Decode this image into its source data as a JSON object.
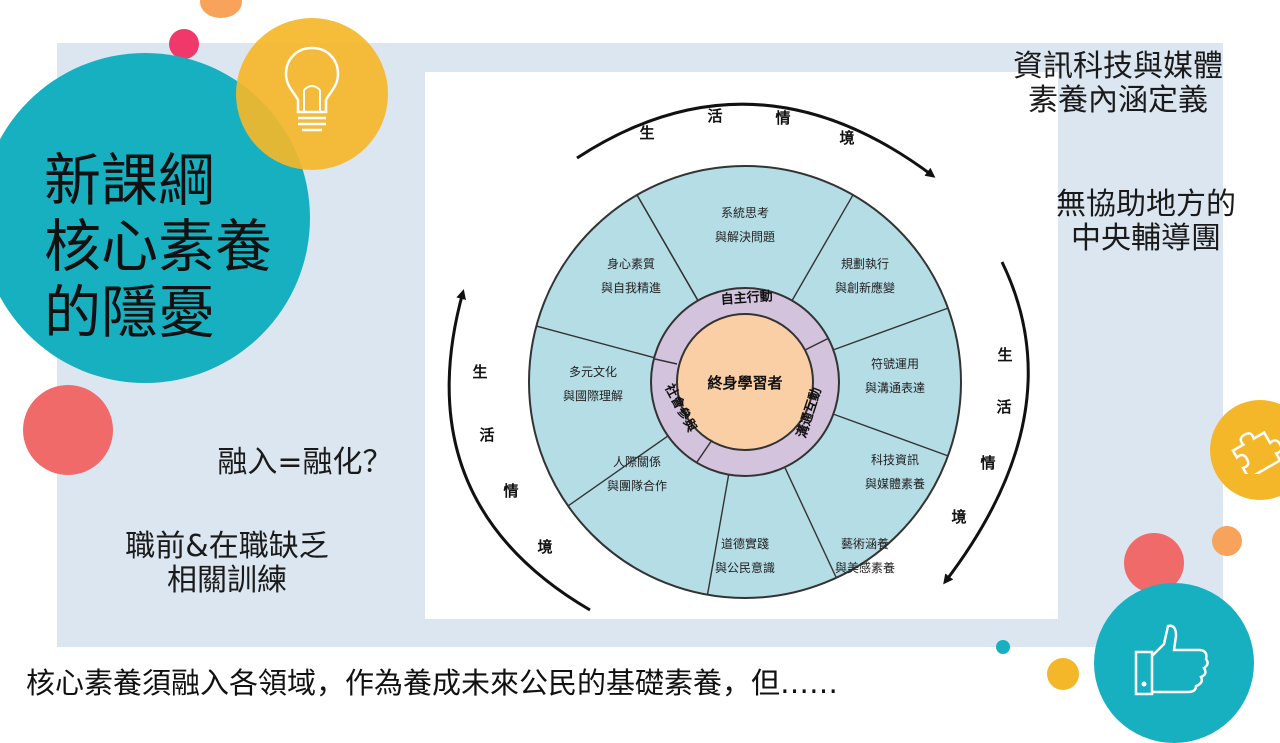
{
  "slide": {
    "title": "新課綱\n核心素養\n的隱憂",
    "top_right_note": "資訊科技與媒體\n素養內涵定義",
    "right_note": "無協助地方的\n中央輔導團",
    "mid_left_note": "融入=融化？",
    "bottom_left_note": "職前&在職缺乏\n相關訓練",
    "footer": "核心素養須融入各領域，作為養成未來公民的基礎素養，但……"
  },
  "diagram": {
    "center": "終身學習者",
    "inner_ring": [
      "自主行動",
      "溝通互動",
      "社會參與"
    ],
    "segments": [
      [
        "系統思考",
        "與解決問題"
      ],
      [
        "規劃執行",
        "與創新應變"
      ],
      [
        "符號運用",
        "與溝通表達"
      ],
      [
        "科技資訊",
        "與媒體素養"
      ],
      [
        "藝術涵養",
        "與美感素養"
      ],
      [
        "道德實踐",
        "與公民意識"
      ],
      [
        "人際關係",
        "與團隊合作"
      ],
      [
        "多元文化",
        "與國際理解"
      ],
      [
        "身心素質",
        "與自我精進"
      ]
    ],
    "context_label_chars": [
      "生",
      "活",
      "情",
      "境"
    ]
  },
  "colors": {
    "teal": "#17b0c0",
    "yellow": "#f5b72a",
    "coral": "#f06a6a",
    "pink": "#f0386b",
    "orange": "#f7a35c",
    "segment_fill": "#b5dde6",
    "ring_fill": "#d4c3dc",
    "center_fill": "#fbcfa6"
  },
  "icons": [
    "lightbulb-icon",
    "puzzle-icon",
    "thumbs-up-icon"
  ]
}
